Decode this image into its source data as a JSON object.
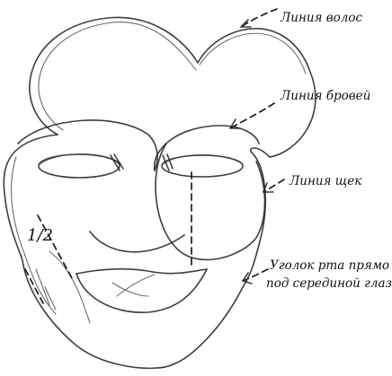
{
  "diagram": {
    "labels": {
      "hair_line": "Линия волос",
      "brow_line": "Линия бровей",
      "cheek_line": "Линия щек",
      "mouth_corner_line1": "Уголок рта прямо",
      "mouth_corner_line2": "под серединой глаза"
    },
    "half_mark": "1/2"
  }
}
